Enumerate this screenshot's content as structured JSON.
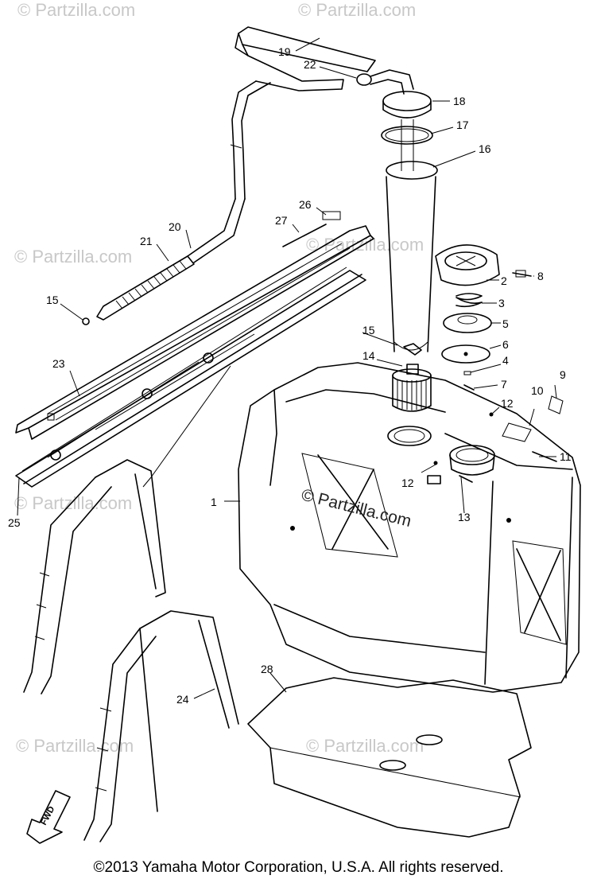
{
  "watermarks": {
    "repeat_text": "© Partzilla.com",
    "center_text": "© Partzilla.com"
  },
  "callouts": [
    "1",
    "2",
    "3",
    "4",
    "5",
    "6",
    "7",
    "8",
    "9",
    "10",
    "11",
    "12",
    "12",
    "13",
    "14",
    "15",
    "15",
    "16",
    "17",
    "18",
    "19",
    "20",
    "21",
    "22",
    "23",
    "24",
    "25",
    "26",
    "27",
    "28"
  ],
  "direction_label": "FWD",
  "copyright": "©2013 Yamaha Motor Corporation, U.S.A. All rights reserved."
}
